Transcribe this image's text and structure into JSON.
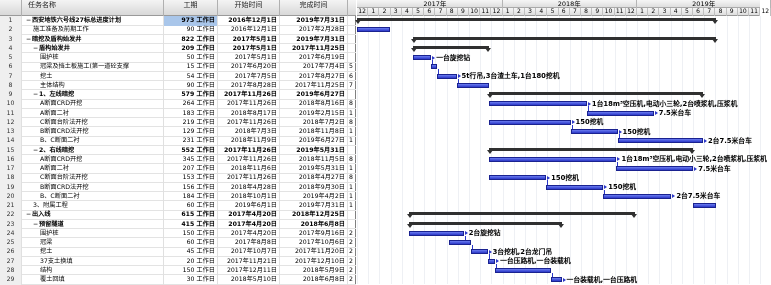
{
  "columns": {
    "id": "",
    "indicator": "",
    "name": "任务名称",
    "duration": "工期",
    "start": "开始时间",
    "end": "完成时间",
    "pred": ""
  },
  "timeline": {
    "years": [
      {
        "label": "2017年"
      },
      {
        "label": "2018年"
      },
      {
        "label": "2019年"
      }
    ],
    "months": [
      "12",
      "1",
      "2",
      "3",
      "4",
      "5",
      "6",
      "7",
      "8",
      "9",
      "10",
      "11",
      "12",
      "1",
      "2",
      "3",
      "4",
      "5",
      "6",
      "7",
      "8",
      "9",
      "10",
      "11",
      "12",
      "1",
      "2",
      "3",
      "4",
      "5",
      "6",
      "7",
      "8",
      "9",
      "10",
      "11",
      "12"
    ]
  },
  "rows": [
    {
      "id": "1",
      "name": "西安地铁六号线27标总进度计划",
      "duration": "973 工作日",
      "start": "2016年12月1日",
      "end": "2019年7月31日",
      "pred": "",
      "summary": true,
      "toggle": "−",
      "indent": 0,
      "selected": true
    },
    {
      "id": "2",
      "name": "施工准备及前期工作",
      "duration": "90 工作日",
      "start": "2016年12月1日",
      "end": "2017年2月28日",
      "pred": "",
      "summary": false,
      "indent": 1
    },
    {
      "id": "3",
      "name": "暗挖及盾构始发井",
      "duration": "822 工作日",
      "start": "2017年5月1日",
      "end": "2019年7月31日",
      "pred": "",
      "summary": true,
      "toggle": "−",
      "indent": 0
    },
    {
      "id": "4",
      "name": "盾构始发井",
      "duration": "209 工作日",
      "start": "2017年5月1日",
      "end": "2017年11月25日",
      "pred": "",
      "summary": true,
      "toggle": "−",
      "indent": 1
    },
    {
      "id": "5",
      "name": "围护桩",
      "duration": "50 工作日",
      "start": "2017年5月1日",
      "end": "2017年6月19日",
      "pred": "",
      "summary": false,
      "indent": 2
    },
    {
      "id": "6",
      "name": "冠梁及挡土板施工(第一道砼支撑",
      "duration": "15 工作日",
      "start": "2017年6月20日",
      "end": "2017年7月4日",
      "pred": "5",
      "summary": false,
      "indent": 2
    },
    {
      "id": "7",
      "name": "挖土",
      "duration": "54 工作日",
      "start": "2017年7月5日",
      "end": "2017年8月27日",
      "pred": "6",
      "summary": false,
      "indent": 2
    },
    {
      "id": "8",
      "name": "主体结构",
      "duration": "90 工作日",
      "start": "2017年8月28日",
      "end": "2017年11月25日",
      "pred": "7",
      "summary": false,
      "indent": 2
    },
    {
      "id": "9",
      "name": "1、左线暗挖",
      "duration": "579 工作日",
      "start": "2017年11月26日",
      "end": "2019年6月27日",
      "pred": "",
      "summary": true,
      "toggle": "−",
      "indent": 1
    },
    {
      "id": "10",
      "name": "A断面CRD开挖",
      "duration": "264 工作日",
      "start": "2017年11月26日",
      "end": "2018年8月16日",
      "pred": "8",
      "summary": false,
      "indent": 2
    },
    {
      "id": "11",
      "name": "A断面二衬",
      "duration": "183 工作日",
      "start": "2018年8月17日",
      "end": "2019年2月15日",
      "pred": "1",
      "summary": false,
      "indent": 2
    },
    {
      "id": "12",
      "name": "C断面台阶法开挖",
      "duration": "219 工作日",
      "start": "2017年11月26日",
      "end": "2018年7月2日",
      "pred": "8",
      "summary": false,
      "indent": 2
    },
    {
      "id": "13",
      "name": "B断面CRD法开挖",
      "duration": "129 工作日",
      "start": "2018年7月3日",
      "end": "2018年11月8日",
      "pred": "1",
      "summary": false,
      "indent": 2
    },
    {
      "id": "14",
      "name": "B、C断面二衬",
      "duration": "231 工作日",
      "start": "2018年11月9日",
      "end": "2019年6月27日",
      "pred": "1",
      "summary": false,
      "indent": 2
    },
    {
      "id": "15",
      "name": "2、右线暗挖",
      "duration": "552 工作日",
      "start": "2017年11月26日",
      "end": "2019年5月31日",
      "pred": "",
      "summary": true,
      "toggle": "−",
      "indent": 1
    },
    {
      "id": "16",
      "name": "A断面CRD开挖",
      "duration": "345 工作日",
      "start": "2017年11月26日",
      "end": "2018年11月5日",
      "pred": "8",
      "summary": false,
      "indent": 2
    },
    {
      "id": "17",
      "name": "A断面二衬",
      "duration": "207 工作日",
      "start": "2018年11月6日",
      "end": "2019年5月31日",
      "pred": "1",
      "summary": false,
      "indent": 2
    },
    {
      "id": "18",
      "name": "C断面台阶法开挖",
      "duration": "153 工作日",
      "start": "2017年11月26日",
      "end": "2018年4月27日",
      "pred": "8",
      "summary": false,
      "indent": 2
    },
    {
      "id": "19",
      "name": "B断面CRD法开挖",
      "duration": "156 工作日",
      "start": "2018年4月28日",
      "end": "2018年9月30日",
      "pred": "1",
      "summary": false,
      "indent": 2
    },
    {
      "id": "20",
      "name": "B、C断面二衬",
      "duration": "184 工作日",
      "start": "2018年10月1日",
      "end": "2019年4月2日",
      "pred": "1",
      "summary": false,
      "indent": 2
    },
    {
      "id": "21",
      "name": "3、附属工程",
      "duration": "60 工作日",
      "start": "2019年6月1日",
      "end": "2019年7月31日",
      "pred": "1",
      "summary": false,
      "indent": 1
    },
    {
      "id": "22",
      "name": "出入线",
      "duration": "615 工作日",
      "start": "2017年4月20日",
      "end": "2018年12月25日",
      "pred": "",
      "summary": true,
      "toggle": "−",
      "indent": 0
    },
    {
      "id": "23",
      "name": "预留隧道",
      "duration": "415 工作日",
      "start": "2017年4月20日",
      "end": "2018年6月8日",
      "pred": "",
      "summary": true,
      "toggle": "−",
      "indent": 1
    },
    {
      "id": "24",
      "name": "围护桩",
      "duration": "150 工作日",
      "start": "2017年4月20日",
      "end": "2017年9月16日",
      "pred": "2",
      "summary": false,
      "indent": 2
    },
    {
      "id": "25",
      "name": "冠梁",
      "duration": "60 工作日",
      "start": "2017年8月8日",
      "end": "2017年10月6日",
      "pred": "2",
      "summary": false,
      "indent": 2
    },
    {
      "id": "26",
      "name": "挖土",
      "duration": "45 工作日",
      "start": "2017年10月7日",
      "end": "2017年11月20日",
      "pred": "2",
      "summary": false,
      "indent": 2
    },
    {
      "id": "27",
      "name": "37支土换填",
      "duration": "20 工作日",
      "start": "2017年11月21日",
      "end": "2017年12月10日",
      "pred": "2",
      "summary": false,
      "indent": 2
    },
    {
      "id": "28",
      "name": "结构",
      "duration": "150 工作日",
      "start": "2017年12月11日",
      "end": "2018年5月9日",
      "pred": "2",
      "summary": false,
      "indent": 2
    },
    {
      "id": "29",
      "name": "覆土回填",
      "duration": "30 工作日",
      "start": "2018年5月10日",
      "end": "2018年6月8日",
      "pred": "2",
      "summary": false,
      "indent": 2
    }
  ],
  "bar_labels": {
    "r5": "一台旋挖钻",
    "r7": "5t行吊,3台渣土车,1台180挖机",
    "r10": "1台18m³空压机,电动小三轮,2台喷浆机,压浆机",
    "r11": "7.5米台车",
    "r12": "150挖机",
    "r13": "150挖机",
    "r14": "2台7.5米台车",
    "r16": "1台18m³空压机,电动小三轮,2台喷浆机,压浆机",
    "r17": "7.5米台车",
    "r18": "150挖机",
    "r19": "150挖机",
    "r20": "2台7.5米台车",
    "r24": "2台旋挖钻",
    "r26": "3台挖机,2台龙门吊",
    "r27": "一台压路机,一台装载机",
    "r29": "一台装载机,一台压路机"
  },
  "gantt_schedule": [
    {
      "row": 1,
      "type": "summary",
      "start": "2016-12-01",
      "end": "2019-07-31"
    },
    {
      "row": 2,
      "type": "task",
      "start": "2016-12-01",
      "end": "2017-02-28"
    },
    {
      "row": 3,
      "type": "summary",
      "start": "2017-05-01",
      "end": "2019-07-31"
    },
    {
      "row": 4,
      "type": "summary",
      "start": "2017-05-01",
      "end": "2017-11-25"
    },
    {
      "row": 5,
      "type": "task",
      "start": "2017-05-01",
      "end": "2017-06-19",
      "label": "r5"
    },
    {
      "row": 6,
      "type": "task",
      "start": "2017-06-20",
      "end": "2017-07-04"
    },
    {
      "row": 7,
      "type": "task",
      "start": "2017-07-05",
      "end": "2017-08-27",
      "label": "r7"
    },
    {
      "row": 8,
      "type": "task",
      "start": "2017-08-28",
      "end": "2017-11-25"
    },
    {
      "row": 9,
      "type": "summary",
      "start": "2017-11-26",
      "end": "2019-06-27"
    },
    {
      "row": 10,
      "type": "task",
      "start": "2017-11-26",
      "end": "2018-08-16",
      "label": "r10"
    },
    {
      "row": 11,
      "type": "task",
      "start": "2018-08-17",
      "end": "2019-02-15",
      "label": "r11"
    },
    {
      "row": 12,
      "type": "task",
      "start": "2017-11-26",
      "end": "2018-07-02",
      "label": "r12"
    },
    {
      "row": 13,
      "type": "task",
      "start": "2018-07-03",
      "end": "2018-11-08",
      "label": "r13"
    },
    {
      "row": 14,
      "type": "task",
      "start": "2018-11-09",
      "end": "2019-06-27",
      "label": "r14"
    },
    {
      "row": 15,
      "type": "summary",
      "start": "2017-11-26",
      "end": "2019-05-31"
    },
    {
      "row": 16,
      "type": "task",
      "start": "2017-11-26",
      "end": "2018-11-05",
      "label": "r16"
    },
    {
      "row": 17,
      "type": "task",
      "start": "2018-11-06",
      "end": "2019-05-31",
      "label": "r17"
    },
    {
      "row": 18,
      "type": "task",
      "start": "2017-11-26",
      "end": "2018-04-27",
      "label": "r18"
    },
    {
      "row": 19,
      "type": "task",
      "start": "2018-04-28",
      "end": "2018-09-30",
      "label": "r19"
    },
    {
      "row": 20,
      "type": "task",
      "start": "2018-10-01",
      "end": "2019-04-02",
      "label": "r20"
    },
    {
      "row": 21,
      "type": "task",
      "start": "2019-06-01",
      "end": "2019-07-31"
    },
    {
      "row": 22,
      "type": "summary",
      "start": "2017-04-20",
      "end": "2018-12-25"
    },
    {
      "row": 23,
      "type": "summary",
      "start": "2017-04-20",
      "end": "2018-06-08"
    },
    {
      "row": 24,
      "type": "task",
      "start": "2017-04-20",
      "end": "2017-09-16",
      "label": "r24"
    },
    {
      "row": 25,
      "type": "task",
      "start": "2017-08-08",
      "end": "2017-10-06"
    },
    {
      "row": 26,
      "type": "task",
      "start": "2017-10-07",
      "end": "2017-11-20",
      "label": "r26"
    },
    {
      "row": 27,
      "type": "task",
      "start": "2017-11-21",
      "end": "2017-12-10",
      "label": "r27"
    },
    {
      "row": 28,
      "type": "task",
      "start": "2017-12-11",
      "end": "2018-05-09"
    },
    {
      "row": 29,
      "type": "task",
      "start": "2018-05-10",
      "end": "2018-06-08",
      "label": "r29"
    }
  ],
  "colors": {
    "task_bar": "#2b37c8",
    "summary_bar": "#303030",
    "selected_cell": "#a9c6ea",
    "header": "#dedede"
  }
}
